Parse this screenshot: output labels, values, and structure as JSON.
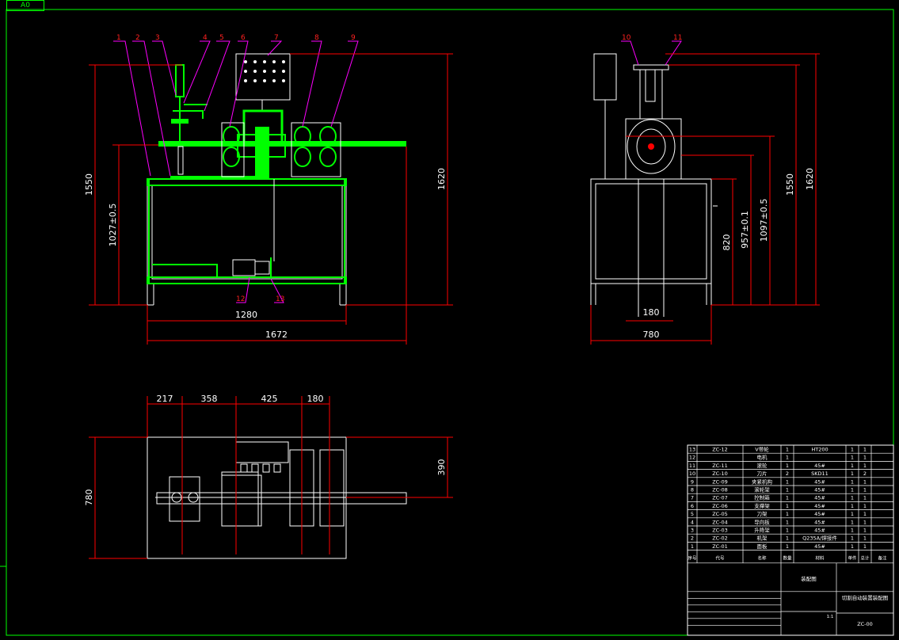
{
  "sheet": {
    "size_tag": "A0"
  },
  "front_view": {
    "callouts": [
      "1",
      "2",
      "3",
      "4",
      "5",
      "6",
      "7",
      "8",
      "9"
    ],
    "bottom_callouts": [
      "12",
      "13"
    ],
    "dims": {
      "overall_height_left": "1550",
      "table_height": "1027±0.5",
      "overall_height_right": "1620",
      "frame_width": "1280",
      "overall_width": "1672"
    }
  },
  "side_view": {
    "callouts": [
      "10",
      "11"
    ],
    "dims": {
      "h820": "820",
      "h957": "957±0.1",
      "h1097": "1097±0.5",
      "h1550": "1550",
      "h1620": "1620",
      "w180": "180",
      "w780": "780"
    }
  },
  "top_view": {
    "dims": {
      "d217": "217",
      "d358": "358",
      "d425": "425",
      "d180": "180",
      "d390": "390",
      "d780": "780"
    }
  },
  "bom": {
    "rows": [
      [
        "13",
        "ZC-12",
        "V带轮",
        "1",
        "HT200",
        "1",
        "1",
        ""
      ],
      [
        "12",
        "",
        "电机",
        "1",
        "",
        "1",
        "1",
        ""
      ],
      [
        "11",
        "ZC-11",
        "滚轮",
        "1",
        "45#",
        "1",
        "1",
        ""
      ],
      [
        "10",
        "ZC-10",
        "刀片",
        "2",
        "SKD11",
        "1",
        "2",
        ""
      ],
      [
        "9",
        "ZC-09",
        "夹紧机构",
        "1",
        "45#",
        "1",
        "1",
        ""
      ],
      [
        "8",
        "ZC-08",
        "滚轮架",
        "1",
        "45#",
        "1",
        "1",
        ""
      ],
      [
        "7",
        "ZC-07",
        "控制箱",
        "1",
        "45#",
        "1",
        "1",
        ""
      ],
      [
        "6",
        "ZC-06",
        "支撑架",
        "1",
        "45#",
        "1",
        "1",
        ""
      ],
      [
        "5",
        "ZC-05",
        "刀架",
        "1",
        "45#",
        "1",
        "1",
        ""
      ],
      [
        "4",
        "ZC-04",
        "导向板",
        "1",
        "45#",
        "1",
        "1",
        ""
      ],
      [
        "3",
        "ZC-03",
        "升降架",
        "1",
        "45#",
        "1",
        "1",
        ""
      ],
      [
        "2",
        "ZC-02",
        "机架",
        "1",
        "Q235A/焊接件",
        "1",
        "1",
        ""
      ],
      [
        "1",
        "ZC-01",
        "面板",
        "1",
        "45#",
        "1",
        "1",
        ""
      ]
    ],
    "header": [
      "序号",
      "代号",
      "名称",
      "数量",
      "材料",
      "单件",
      "总计",
      "备注"
    ],
    "title_mark": "装配图",
    "drawing_name": "切割自动装置装配图",
    "drawing_no": "ZC-00",
    "scale": "1:1"
  },
  "colors": {
    "frame": "#00ff00",
    "lines": "#ffffff",
    "dims": "#ff0000",
    "leaders": "#ff00ff",
    "parts": "#00ff00",
    "bom_text_red": "#ff3030"
  }
}
